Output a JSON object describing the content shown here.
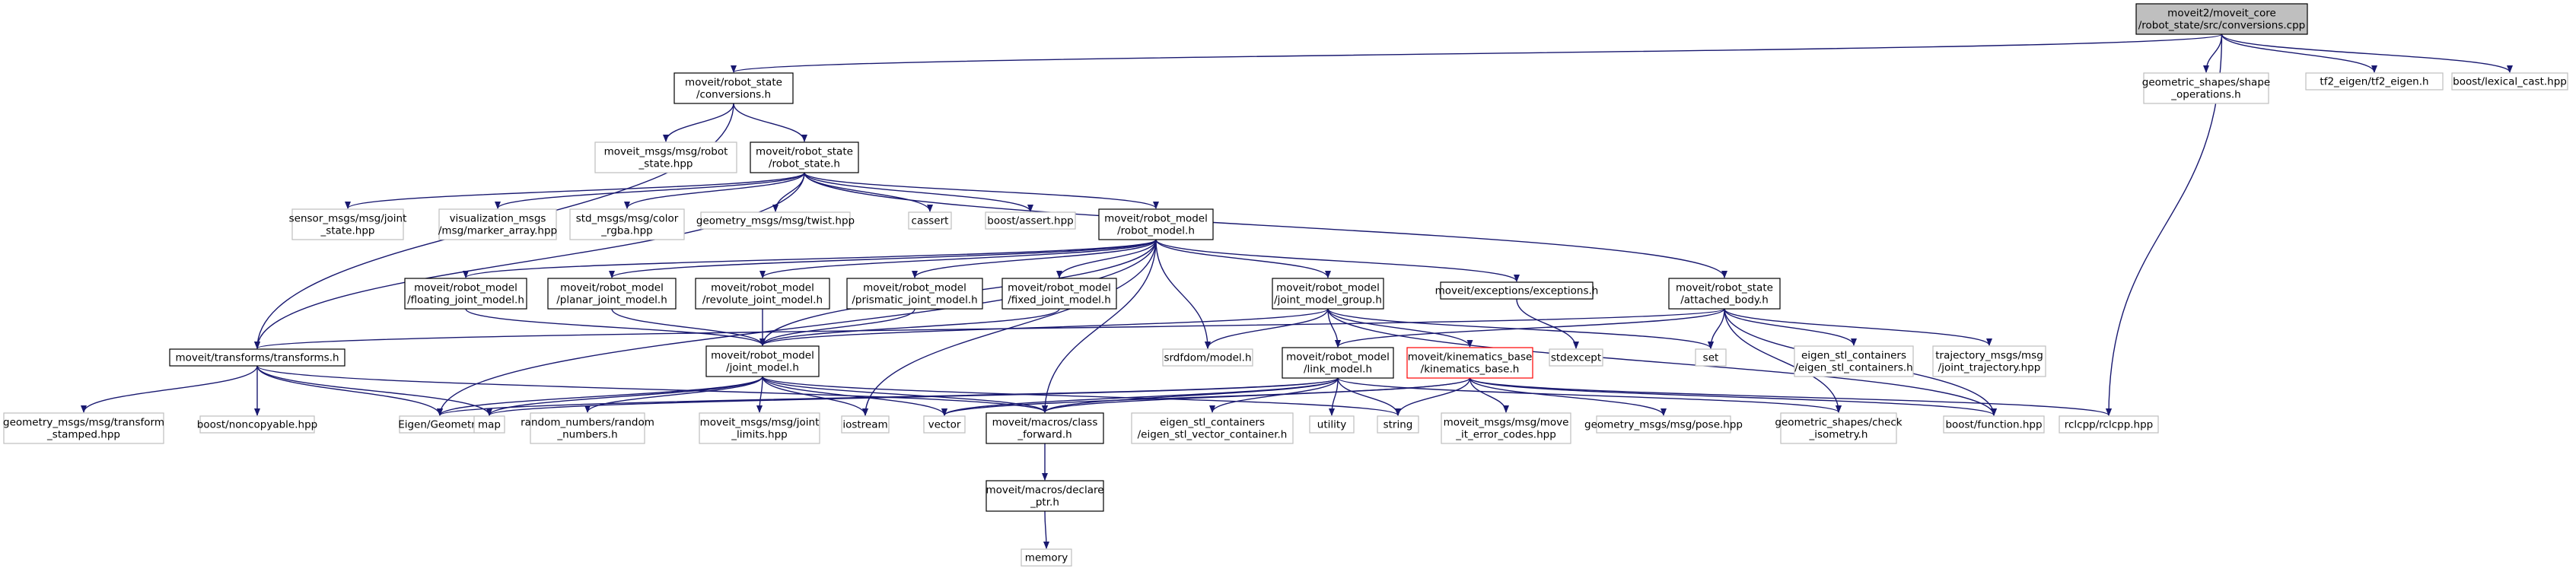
{
  "colors": {
    "edge": "#191970",
    "node_border": "#000000",
    "external_border": "#bfbfbf",
    "root_fill": "#bfbfbf",
    "node_fill": "#ffffff",
    "error_border": "#ff0000"
  },
  "nodes": [
    {
      "id": "root",
      "lines": [
        "moveit2/moveit_core",
        "/robot_state/src/conversions.cpp"
      ],
      "kind": "root"
    },
    {
      "id": "conv",
      "lines": [
        "moveit/robot_state",
        "/conversions.h"
      ],
      "kind": "local"
    },
    {
      "id": "shapeops",
      "lines": [
        "geometric_shapes/shape",
        "_operations.h"
      ],
      "kind": "external"
    },
    {
      "id": "tf2eigen",
      "lines": [
        "tf2_eigen/tf2_eigen.h"
      ],
      "kind": "external"
    },
    {
      "id": "lexcast",
      "lines": [
        "boost/lexical_cast.hpp"
      ],
      "kind": "external"
    },
    {
      "id": "msgrs",
      "lines": [
        "moveit_msgs/msg/robot",
        "_state.hpp"
      ],
      "kind": "external"
    },
    {
      "id": "rstate",
      "lines": [
        "moveit/robot_state",
        "/robot_state.h"
      ],
      "kind": "local"
    },
    {
      "id": "sensorjs",
      "lines": [
        "sensor_msgs/msg/joint",
        "_state.hpp"
      ],
      "kind": "external"
    },
    {
      "id": "vizmarker",
      "lines": [
        "visualization_msgs",
        "/msg/marker_array.hpp"
      ],
      "kind": "external"
    },
    {
      "id": "stdrgba",
      "lines": [
        "std_msgs/msg/color",
        "_rgba.hpp"
      ],
      "kind": "external"
    },
    {
      "id": "twist",
      "lines": [
        "geometry_msgs/msg/twist.hpp"
      ],
      "kind": "external"
    },
    {
      "id": "cassert",
      "lines": [
        "cassert"
      ],
      "kind": "external"
    },
    {
      "id": "bassert",
      "lines": [
        "boost/assert.hpp"
      ],
      "kind": "external"
    },
    {
      "id": "rmodel",
      "lines": [
        "moveit/robot_model",
        "/robot_model.h"
      ],
      "kind": "local"
    },
    {
      "id": "exc",
      "lines": [
        "moveit/exceptions/exceptions.h"
      ],
      "kind": "local"
    },
    {
      "id": "attached",
      "lines": [
        "moveit/robot_state",
        "/attached_body.h"
      ],
      "kind": "local"
    },
    {
      "id": "floating",
      "lines": [
        "moveit/robot_model",
        "/floating_joint_model.h"
      ],
      "kind": "local"
    },
    {
      "id": "planar",
      "lines": [
        "moveit/robot_model",
        "/planar_joint_model.h"
      ],
      "kind": "local"
    },
    {
      "id": "revolute",
      "lines": [
        "moveit/robot_model",
        "/revolute_joint_model.h"
      ],
      "kind": "local"
    },
    {
      "id": "prismatic",
      "lines": [
        "moveit/robot_model",
        "/prismatic_joint_model.h"
      ],
      "kind": "local"
    },
    {
      "id": "fixed",
      "lines": [
        "moveit/robot_model",
        "/fixed_joint_model.h"
      ],
      "kind": "local"
    },
    {
      "id": "jmg",
      "lines": [
        "moveit/robot_model",
        "/joint_model_group.h"
      ],
      "kind": "local"
    },
    {
      "id": "transforms",
      "lines": [
        "moveit/transforms/transforms.h"
      ],
      "kind": "local"
    },
    {
      "id": "srdf",
      "lines": [
        "srdfdom/model.h"
      ],
      "kind": "external"
    },
    {
      "id": "jmodel",
      "lines": [
        "moveit/robot_model",
        "/joint_model.h"
      ],
      "kind": "local"
    },
    {
      "id": "stdexcept",
      "lines": [
        "stdexcept"
      ],
      "kind": "external"
    },
    {
      "id": "set",
      "lines": [
        "set"
      ],
      "kind": "external"
    },
    {
      "id": "lmodel",
      "lines": [
        "moveit/robot_model",
        "/link_model.h"
      ],
      "kind": "local"
    },
    {
      "id": "kinbase",
      "lines": [
        "moveit/kinematics_base",
        "/kinematics_base.h"
      ],
      "kind": "error"
    },
    {
      "id": "eigcont",
      "lines": [
        "eigen_stl_containers",
        "/eigen_stl_containers.h"
      ],
      "kind": "external"
    },
    {
      "id": "trajmsg",
      "lines": [
        "trajectory_msgs/msg",
        "/joint_trajectory.hpp"
      ],
      "kind": "external"
    },
    {
      "id": "geomtf",
      "lines": [
        "geometry_msgs/msg/transform",
        "_stamped.hpp"
      ],
      "kind": "external"
    },
    {
      "id": "noncopy",
      "lines": [
        "boost/noncopyable.hpp"
      ],
      "kind": "external"
    },
    {
      "id": "eigengeo",
      "lines": [
        "Eigen/Geometry"
      ],
      "kind": "external"
    },
    {
      "id": "map",
      "lines": [
        "map"
      ],
      "kind": "external"
    },
    {
      "id": "rnd",
      "lines": [
        "random_numbers/random",
        "_numbers.h"
      ],
      "kind": "external"
    },
    {
      "id": "jlimits",
      "lines": [
        "moveit_msgs/msg/joint",
        "_limits.hpp"
      ],
      "kind": "external"
    },
    {
      "id": "iostream",
      "lines": [
        "iostream"
      ],
      "kind": "external"
    },
    {
      "id": "vector",
      "lines": [
        "vector"
      ],
      "kind": "external"
    },
    {
      "id": "classfwd",
      "lines": [
        "moveit/macros/class",
        "_forward.h"
      ],
      "kind": "local"
    },
    {
      "id": "eigvec",
      "lines": [
        "eigen_stl_containers",
        "/eigen_stl_vector_container.h"
      ],
      "kind": "external"
    },
    {
      "id": "utility",
      "lines": [
        "utility"
      ],
      "kind": "external"
    },
    {
      "id": "string",
      "lines": [
        "string"
      ],
      "kind": "external"
    },
    {
      "id": "moveerr",
      "lines": [
        "moveit_msgs/msg/move",
        "_it_error_codes.hpp"
      ],
      "kind": "external"
    },
    {
      "id": "pose",
      "lines": [
        "geometry_msgs/msg/pose.hpp"
      ],
      "kind": "external"
    },
    {
      "id": "checkiso",
      "lines": [
        "geometric_shapes/check",
        "_isometry.h"
      ],
      "kind": "external"
    },
    {
      "id": "bfunc",
      "lines": [
        "boost/function.hpp"
      ],
      "kind": "external"
    },
    {
      "id": "rclcpp",
      "lines": [
        "rclcpp/rclcpp.hpp"
      ],
      "kind": "external"
    },
    {
      "id": "declptr",
      "lines": [
        "moveit/macros/declare",
        "_ptr.h"
      ],
      "kind": "local"
    },
    {
      "id": "memory",
      "lines": [
        "memory"
      ],
      "kind": "external"
    }
  ],
  "edges": [
    [
      "root",
      "conv"
    ],
    [
      "root",
      "shapeops"
    ],
    [
      "root",
      "tf2eigen"
    ],
    [
      "root",
      "lexcast"
    ],
    [
      "root",
      "rclcpp"
    ],
    [
      "conv",
      "msgrs"
    ],
    [
      "conv",
      "rstate"
    ],
    [
      "conv",
      "transforms"
    ],
    [
      "rstate",
      "sensorjs"
    ],
    [
      "rstate",
      "vizmarker"
    ],
    [
      "rstate",
      "stdrgba"
    ],
    [
      "rstate",
      "twist"
    ],
    [
      "rstate",
      "cassert"
    ],
    [
      "rstate",
      "bassert"
    ],
    [
      "rstate",
      "rmodel"
    ],
    [
      "rstate",
      "attached"
    ],
    [
      "rstate",
      "transforms"
    ],
    [
      "rmodel",
      "eigengeo"
    ],
    [
      "rmodel",
      "floating"
    ],
    [
      "rmodel",
      "planar"
    ],
    [
      "rmodel",
      "revolute"
    ],
    [
      "rmodel",
      "prismatic"
    ],
    [
      "rmodel",
      "fixed"
    ],
    [
      "rmodel",
      "jmg"
    ],
    [
      "rmodel",
      "exc"
    ],
    [
      "rmodel",
      "srdf"
    ],
    [
      "rmodel",
      "iostream"
    ],
    [
      "rmodel",
      "classfwd"
    ],
    [
      "rmodel",
      "jmodel"
    ],
    [
      "exc",
      "stdexcept"
    ],
    [
      "attached",
      "transforms"
    ],
    [
      "attached",
      "set"
    ],
    [
      "attached",
      "eigcont"
    ],
    [
      "attached",
      "trajmsg"
    ],
    [
      "attached",
      "bfunc"
    ],
    [
      "attached",
      "checkiso"
    ],
    [
      "attached",
      "lmodel"
    ],
    [
      "floating",
      "jmodel"
    ],
    [
      "planar",
      "jmodel"
    ],
    [
      "revolute",
      "jmodel"
    ],
    [
      "prismatic",
      "jmodel"
    ],
    [
      "fixed",
      "jmodel"
    ],
    [
      "jmg",
      "jmodel"
    ],
    [
      "jmg",
      "lmodel"
    ],
    [
      "jmg",
      "kinbase"
    ],
    [
      "jmg",
      "srdf"
    ],
    [
      "jmg",
      "set"
    ],
    [
      "jmg",
      "bfunc"
    ],
    [
      "transforms",
      "geomtf"
    ],
    [
      "transforms",
      "noncopy"
    ],
    [
      "transforms",
      "eigengeo"
    ],
    [
      "transforms",
      "map"
    ],
    [
      "transforms",
      "classfwd"
    ],
    [
      "jmodel",
      "eigengeo"
    ],
    [
      "jmodel",
      "map"
    ],
    [
      "jmodel",
      "rnd"
    ],
    [
      "jmodel",
      "jlimits"
    ],
    [
      "jmodel",
      "iostream"
    ],
    [
      "jmodel",
      "vector"
    ],
    [
      "jmodel",
      "string"
    ],
    [
      "jmodel",
      "classfwd"
    ],
    [
      "lmodel",
      "eigengeo"
    ],
    [
      "lmodel",
      "map"
    ],
    [
      "lmodel",
      "vector"
    ],
    [
      "lmodel",
      "classfwd"
    ],
    [
      "lmodel",
      "eigvec"
    ],
    [
      "lmodel",
      "utility"
    ],
    [
      "lmodel",
      "string"
    ],
    [
      "lmodel",
      "checkiso"
    ],
    [
      "kinbase",
      "classfwd"
    ],
    [
      "kinbase",
      "string"
    ],
    [
      "kinbase",
      "moveerr"
    ],
    [
      "kinbase",
      "pose"
    ],
    [
      "kinbase",
      "bfunc"
    ],
    [
      "kinbase",
      "rclcpp"
    ],
    [
      "kinbase",
      "vector"
    ],
    [
      "classfwd",
      "declptr"
    ],
    [
      "declptr",
      "memory"
    ]
  ]
}
